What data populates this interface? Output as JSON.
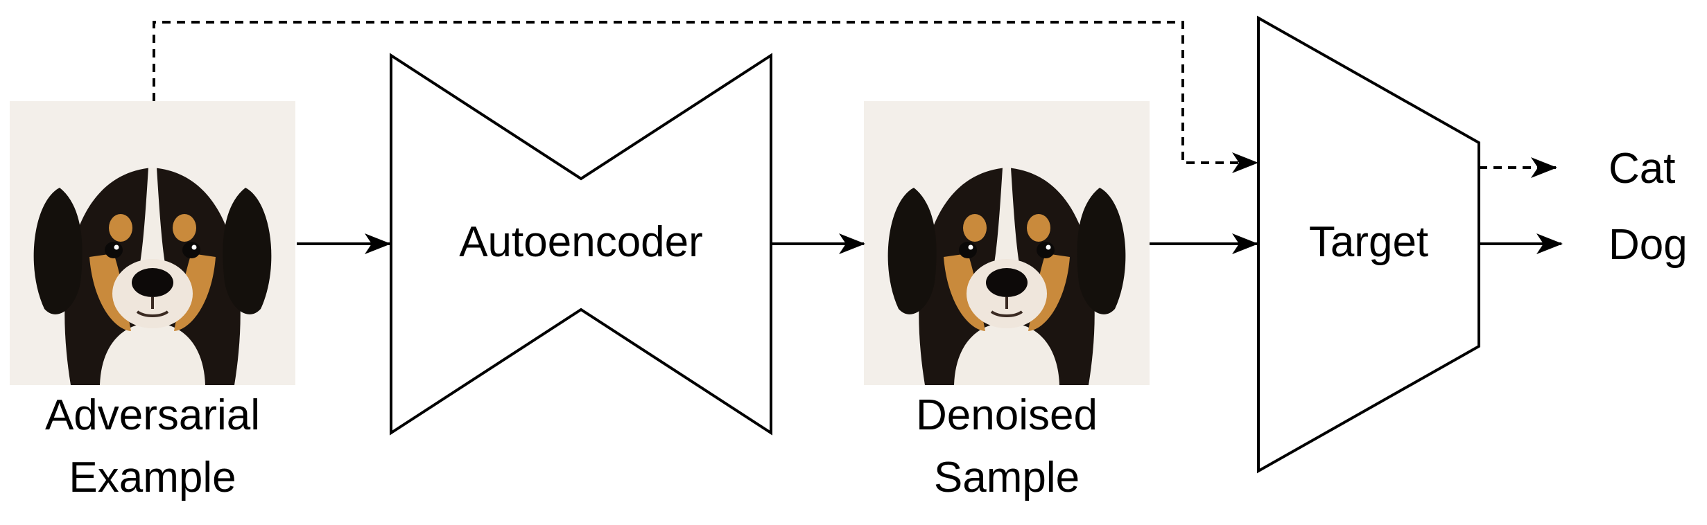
{
  "nodes": {
    "adversarial": {
      "lines": [
        "Adversarial",
        "Example"
      ]
    },
    "autoencoder": {
      "label": "Autoencoder"
    },
    "denoised": {
      "lines": [
        "Denoised",
        "Sample"
      ]
    },
    "target": {
      "label": "Target"
    }
  },
  "outputs": {
    "cat": "Cat",
    "dog": "Dog"
  },
  "colors": {
    "stroke": "#000000",
    "fur_dark": "#1b1410",
    "fur_tan": "#c98a3c",
    "fur_white": "#f2ede6",
    "photo_background": "#f3efea"
  }
}
